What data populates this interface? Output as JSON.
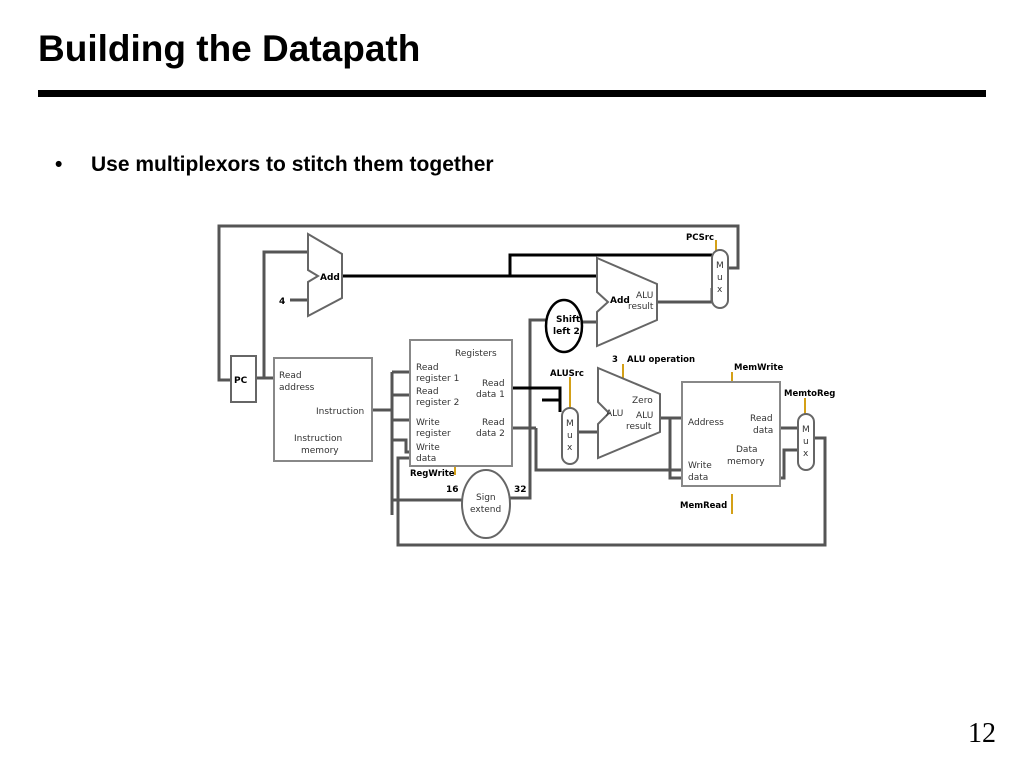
{
  "slide": {
    "title": "Building the Datapath",
    "bullet": "Use multiplexors to stitch them together",
    "bullet_glyph": "•",
    "page_number": "12"
  },
  "diagram": {
    "adder": "Add",
    "constant_four": "4",
    "branch_alu": [
      "Add",
      "ALU",
      "result"
    ],
    "shift_left": [
      "Shift",
      "left 2"
    ],
    "pc": "PC",
    "instruction_memory": [
      "Read",
      "address",
      "Instruction",
      "Instruction",
      "memory"
    ],
    "registers": {
      "title": "Registers",
      "read_register_1": [
        "Read",
        "register 1"
      ],
      "read_register_2": [
        "Read",
        "register 2"
      ],
      "write_register": [
        "Write",
        "register"
      ],
      "write_data": [
        "Write",
        "data"
      ],
      "read_data_1": [
        "Read",
        "data 1"
      ],
      "read_data_2": [
        "Read",
        "data 2"
      ]
    },
    "sign_extend": [
      "Sign",
      "extend"
    ],
    "bit_16": "16",
    "bit_32": "32",
    "alu_operation_width": "3",
    "main_alu": [
      "Zero",
      "ALU",
      "ALU",
      "result"
    ],
    "data_memory": {
      "address": "Address",
      "read_data": [
        "Read",
        "data"
      ],
      "name": [
        "Data",
        "memory"
      ],
      "write_data": [
        "Write",
        "data"
      ]
    },
    "mux_letters": [
      "M",
      "u",
      "x"
    ],
    "control_signals": {
      "pcsrc": "PCSrc",
      "alu_operation": "ALU operation",
      "alusrc": "ALUSrc",
      "memwrite": "MemWrite",
      "memtoreg": "MemtoReg",
      "regwrite": "RegWrite",
      "memread": "MemRead"
    },
    "colors": {
      "wire": "#555555",
      "box_stroke": "#666666",
      "bus": "#000000",
      "control": "#d4a017"
    }
  }
}
